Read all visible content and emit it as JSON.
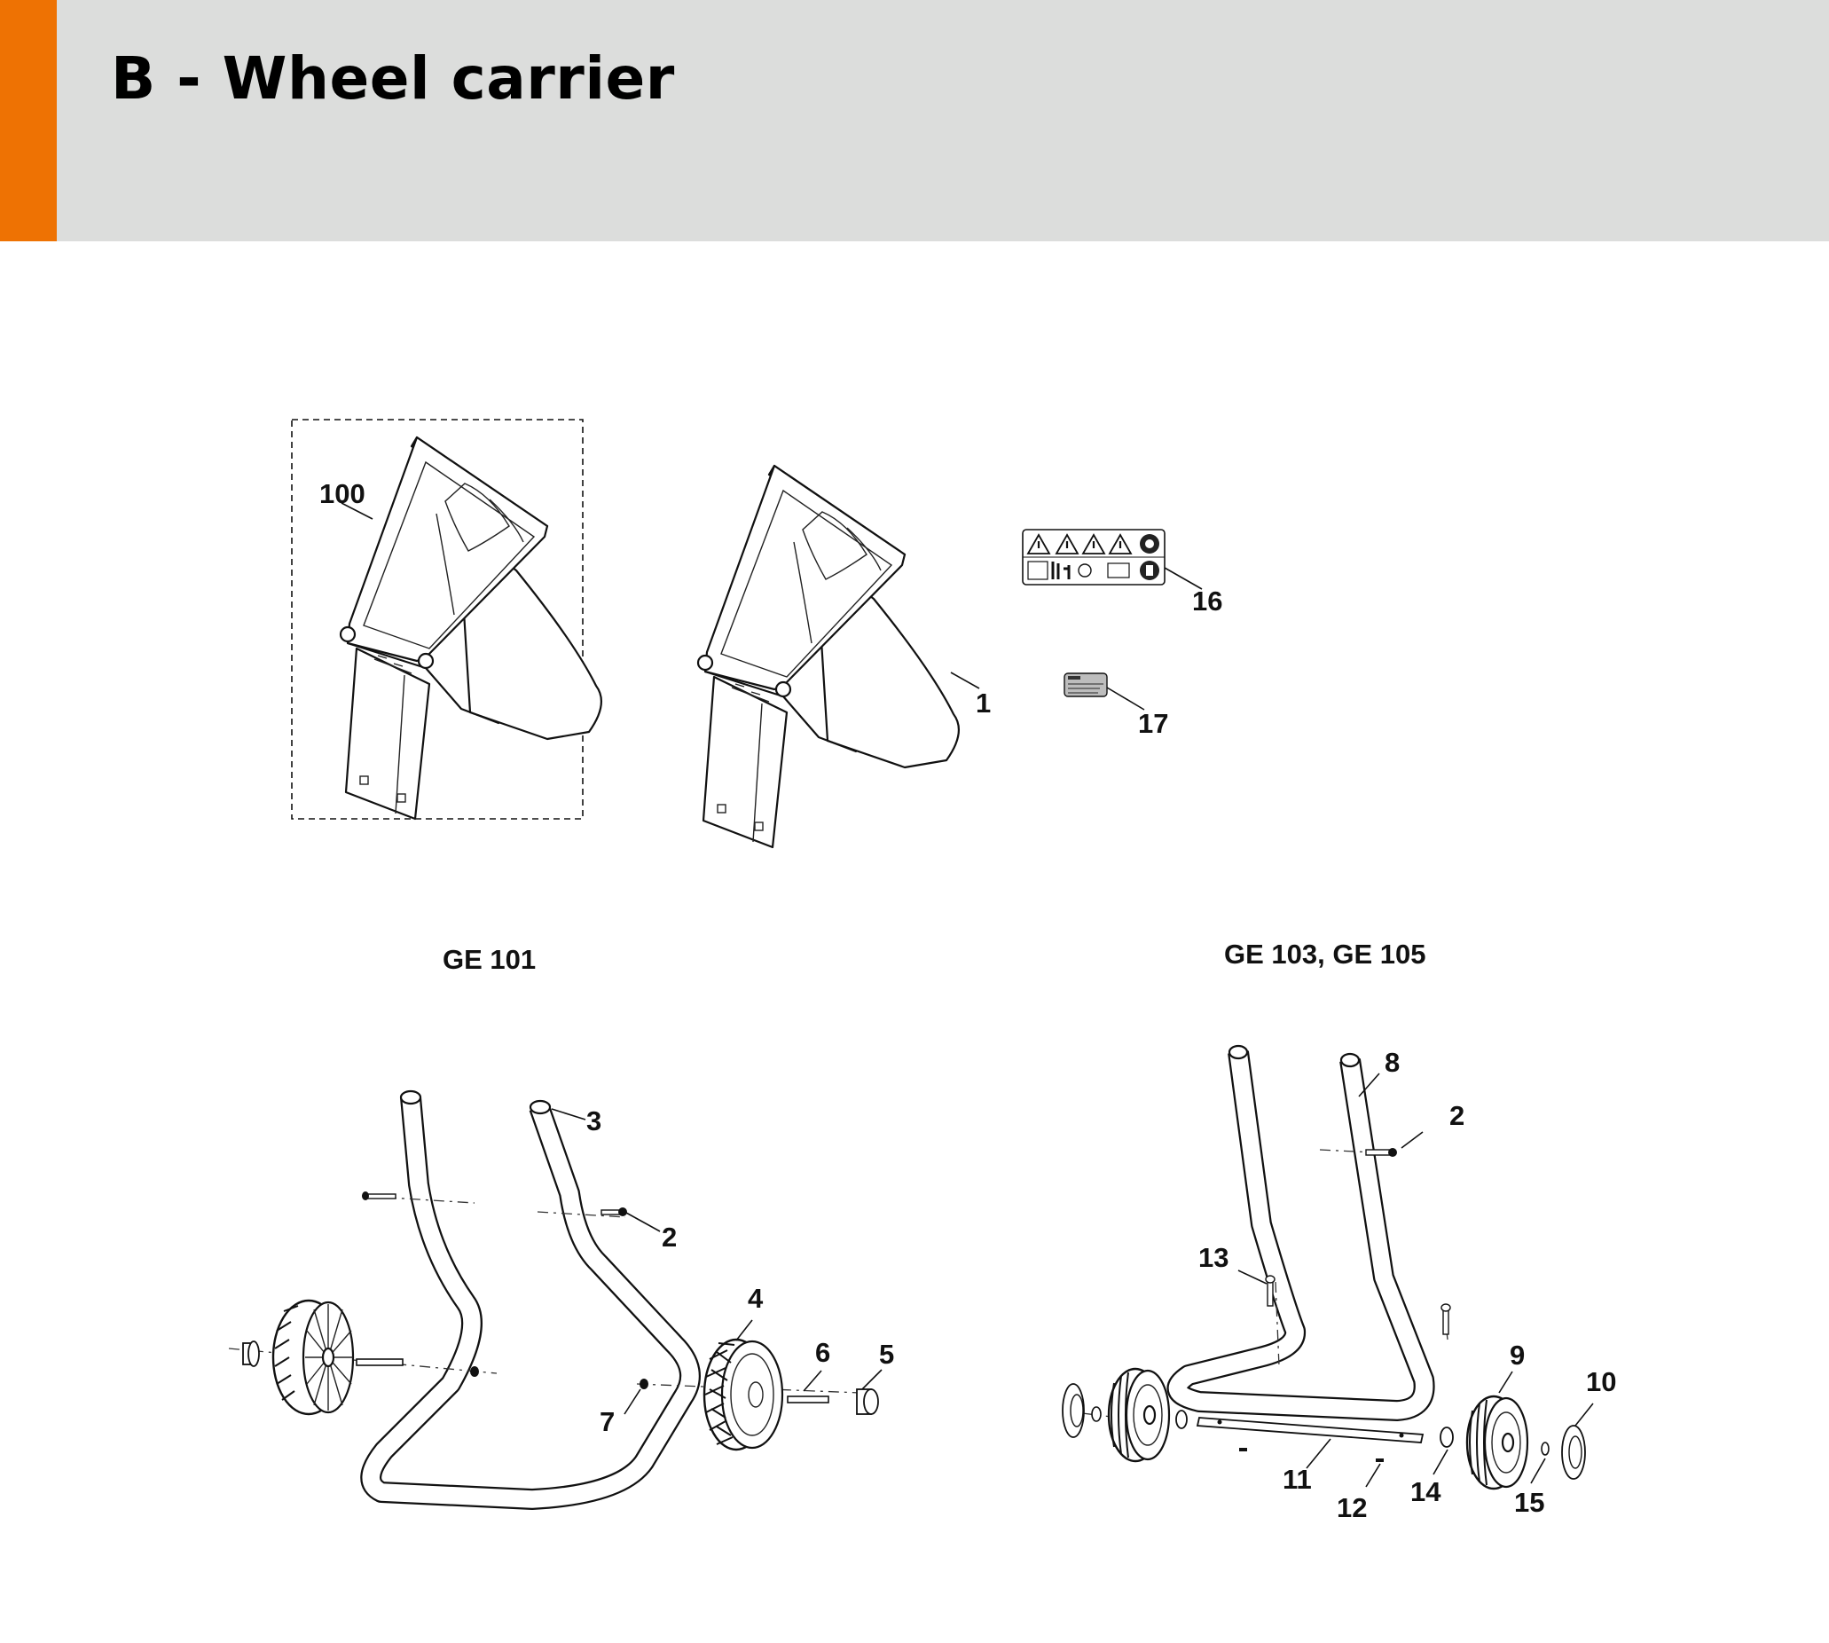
{
  "page": {
    "title": "B - Wheel carrier",
    "accent_color": "#ee7203",
    "header_color": "#dcdddc"
  },
  "models": {
    "left": "GE 101",
    "right": "GE 103, GE 105"
  },
  "callouts": {
    "c100": "100",
    "c1": "1",
    "c16": "16",
    "c17": "17",
    "c3": "3",
    "c2a": "2",
    "c4": "4",
    "c5": "5",
    "c6": "6",
    "c7": "7",
    "c8": "8",
    "c2b": "2",
    "c13": "13",
    "c9": "9",
    "c10": "10",
    "c11": "11",
    "c12": "12",
    "c14": "14",
    "c15": "15"
  }
}
